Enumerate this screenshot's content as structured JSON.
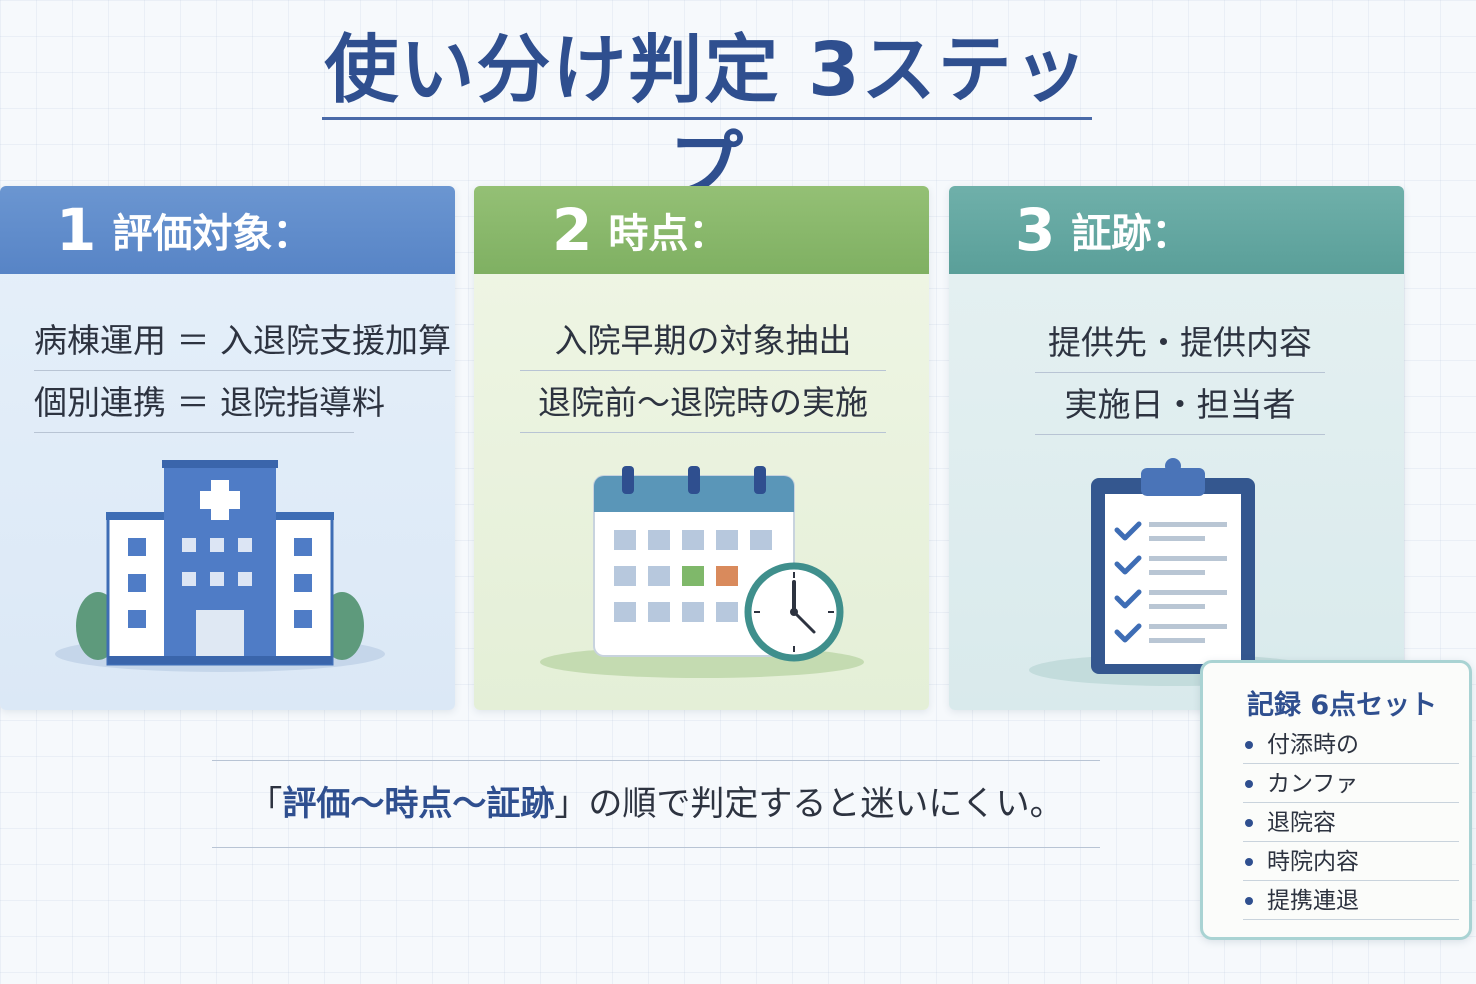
{
  "title": "使い分け判定 3ステップ",
  "steps": [
    {
      "number": "1",
      "label": "評価対象：",
      "lines": [
        "病棟運用 ＝ 入退院支援加算",
        "個別連携 ＝ 退院指導料"
      ],
      "icon": "hospital-icon"
    },
    {
      "number": "2",
      "label": "時点：",
      "lines": [
        "入院早期の対象抽出",
        "退院前～退院時の実施"
      ],
      "icon": "calendar-clock-icon"
    },
    {
      "number": "3",
      "label": "証跡：",
      "lines": [
        "提供先・提供内容",
        "実施日・担当者"
      ],
      "icon": "clipboard-checklist-icon"
    }
  ],
  "bottom": {
    "open": "「",
    "h1": "評価",
    "s1": "～",
    "h2": "時点",
    "s2": "～",
    "h3": "証跡",
    "close": "」の順で判定すると迷いにくい。"
  },
  "note": {
    "title": "記録 6点セット",
    "items": [
      "付添時の",
      "カンファ",
      "退院容",
      "時院内容",
      "提携連退"
    ]
  },
  "colors": {
    "title": "#2f4f8f",
    "step1": "#5784c6",
    "step2": "#7fb062",
    "step3": "#5a9f99"
  }
}
